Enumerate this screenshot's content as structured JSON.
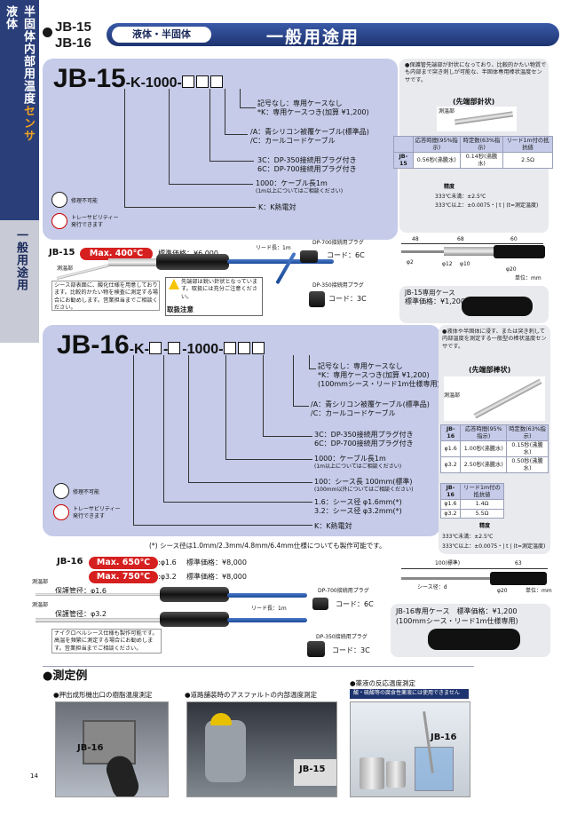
{
  "side_tab": {
    "col1": "液体",
    "col2": "半固体内部用温度",
    "col2_accent": "センサ",
    "lower": "一般用途用"
  },
  "header": {
    "model1": "JB-15",
    "model2": "JB-16",
    "pill": "液体・半固体",
    "title": "一般用途用"
  },
  "jb15": {
    "model_main": "JB-15",
    "model_suffix": "-K-1000-",
    "opt1_a": "記号なし：専用ケースなし",
    "opt1_b": "*K：専用ケースつき(加算 ¥1,200)",
    "opt2_a": "/A：青シリコン被覆ケーブル(標準品)",
    "opt2_b": "/C：カールコードケーブル",
    "opt3_a": "3C：DP-350接続用プラグ付き",
    "opt3_b": "6C：DP-700接続用プラグ付き",
    "opt4_a": "1000：ケーブル長1m",
    "opt4_b": "(1m以上についてはご相談ください)",
    "opt5": "K：K熱電対",
    "note_waterproof": "修理不可能",
    "note_trace1": "トレーサビリティー",
    "note_trace2": "発行できます",
    "desc": "●保護管先端部が針状になっており、比較的かたい物質でも内部まで突き刺しが可能な、半固体専用棒状温度センサです。",
    "tip_title": "(先端部針状)",
    "tip_label": "測温部",
    "table": {
      "h1": "応答時間(95%指示)",
      "h2": "時定数(63%指示)",
      "h3": "リード1m付の抵抗値",
      "row": "JB-15",
      "v1": "0.56秒(沸騰水)",
      "v2": "0.14秒(沸騰水)",
      "v3": "2.5Ω"
    },
    "acc_title": "精度",
    "acc1": "333℃未満：±2.5℃",
    "acc2": "333℃以上：±0.0075・| t | (t=測定温度)",
    "dims": {
      "d1": "48",
      "d2": "68",
      "d3": "60",
      "p1": "φ2",
      "p2": "φ12",
      "p3": "φ10",
      "p4": "φ20",
      "unit": "単位：mm"
    },
    "product_label": "JB-15",
    "max": "Max. 400℃",
    "price": "標準価格：¥6,000",
    "lead": "リード長：1m",
    "sense": "測温部",
    "plug6": "DP-700接続用プラグ",
    "code6": "コード：6C",
    "plug3": "DP-350接続用プラグ",
    "code3": "コード：3C",
    "sheath_note": "シース部表面に、酸化仕様を用意しております。比較的かたい物を検査に測定する場合にお勧めします。営業担当までご相談ください。",
    "caution_text": "先端部は鋭い針状となっています。取扱には充分ご注意ください。",
    "caution_label": "取扱注意",
    "case_title": "JB-15専用ケース",
    "case_price": "標準価格：¥1,200"
  },
  "jb16": {
    "model_main": "JB-16",
    "model_suffix": "-K-",
    "model_mid": "-1000-",
    "opt1_a": "記号なし：専用ケースなし",
    "opt1_b": "*K：専用ケースつき(加算 ¥1,200)",
    "opt1_c": "(100mmシース・リード1m仕様専用)",
    "opt2_a": "/A：青シリコン被覆ケーブル(標準品)",
    "opt2_b": "/C：カールコードケーブル",
    "opt3_a": "3C：DP-350接続用プラグ付き",
    "opt3_b": "6C：DP-700接続用プラグ付き",
    "opt4_a": "1000：ケーブル長1m",
    "opt4_b": "(1m以上についてはご相談ください)",
    "opt5_a": "100：シース長 100mm(標準)",
    "opt5_b": "(100mm以外についてはご相談ください)",
    "opt6_a": "1.6：シース径 φ1.6mm(*)",
    "opt6_b": "3.2：シース径 φ3.2mm(*)",
    "opt7": "K：K熱電対",
    "note_waterproof": "修理不可能",
    "note_trace1": "トレーサビリティー",
    "note_trace2": "発行できます",
    "footnote": "(*) シース径は1.0mm/2.3mm/4.8mm/6.4mm仕様についても製作可能です。",
    "desc": "●液体や半固体に浸す、または突き刺して内部温度を測定する一般型の棒状温度センサです。",
    "tip_title": "(先端部棒状)",
    "tip_label": "測温部",
    "table1": {
      "model": "JB-16",
      "h1": "応答時間(95%指示)",
      "h2": "時定数(63%指示)",
      "r1": "φ1.6",
      "r1v1": "1.00秒(沸騰水)",
      "r1v2": "0.15秒(沸騰水)",
      "r2": "φ3.2",
      "r2v1": "2.50秒(沸騰水)",
      "r2v2": "0.50秒(沸騰水)"
    },
    "table2": {
      "model": "JB-16",
      "h": "リード1m付の抵抗値",
      "r1": "φ1.6",
      "r1v": "1.4Ω",
      "r2": "φ3.2",
      "r2v": "5.5Ω"
    },
    "acc_title": "精度",
    "acc1": "333℃未満：±2.5℃",
    "acc2": "333℃以上：±0.0075・| t | (t=測定温度)",
    "dims": {
      "d1": "100(標準)",
      "d2": "63",
      "sheath": "シース径：d",
      "p": "φ20",
      "unit": "単位：mm"
    },
    "product_label": "JB-16",
    "max1": "Max. 650℃",
    "dia1": ":φ1.6",
    "price1": "標準価格：¥8,000",
    "max2": "Max. 750℃",
    "dia2": ":φ3.2",
    "price2": "標準価格：¥8,000",
    "sense1": "測温部",
    "tube1": "保護管径：φ1.6",
    "sense2": "測温部",
    "tube2": "保護管径：φ3.2",
    "lead": "リード長：1m",
    "plug6": "DP-700接続用プラグ",
    "code6": "コード：6C",
    "plug3": "DP-350接続用プラグ",
    "code3": "コード：3C",
    "sheath_note": "ナイクロベルシース仕様も製作可能です。高温を頻繁に測定する場合にお勧めします。営業担当までご相談ください。",
    "case_title": "JB-16専用ケース",
    "case_price": "標準価格：¥1,200",
    "case_sub": "(100mmシース・リード1m仕様専用)"
  },
  "examples": {
    "title": "●測定例",
    "ex1": "●押出成形機出口の樹脂温度測定",
    "ex1_label": "JB-16",
    "ex2": "●道路舗装時のアスファルトの内部温度測定",
    "ex2_label": "JB-15",
    "ex3": "●薬液の反応温度測定",
    "ex3_warn": "酸・硫酸等の腐食性薬液には使用できません",
    "ex3_label": "JB-16"
  },
  "page_number": "14"
}
